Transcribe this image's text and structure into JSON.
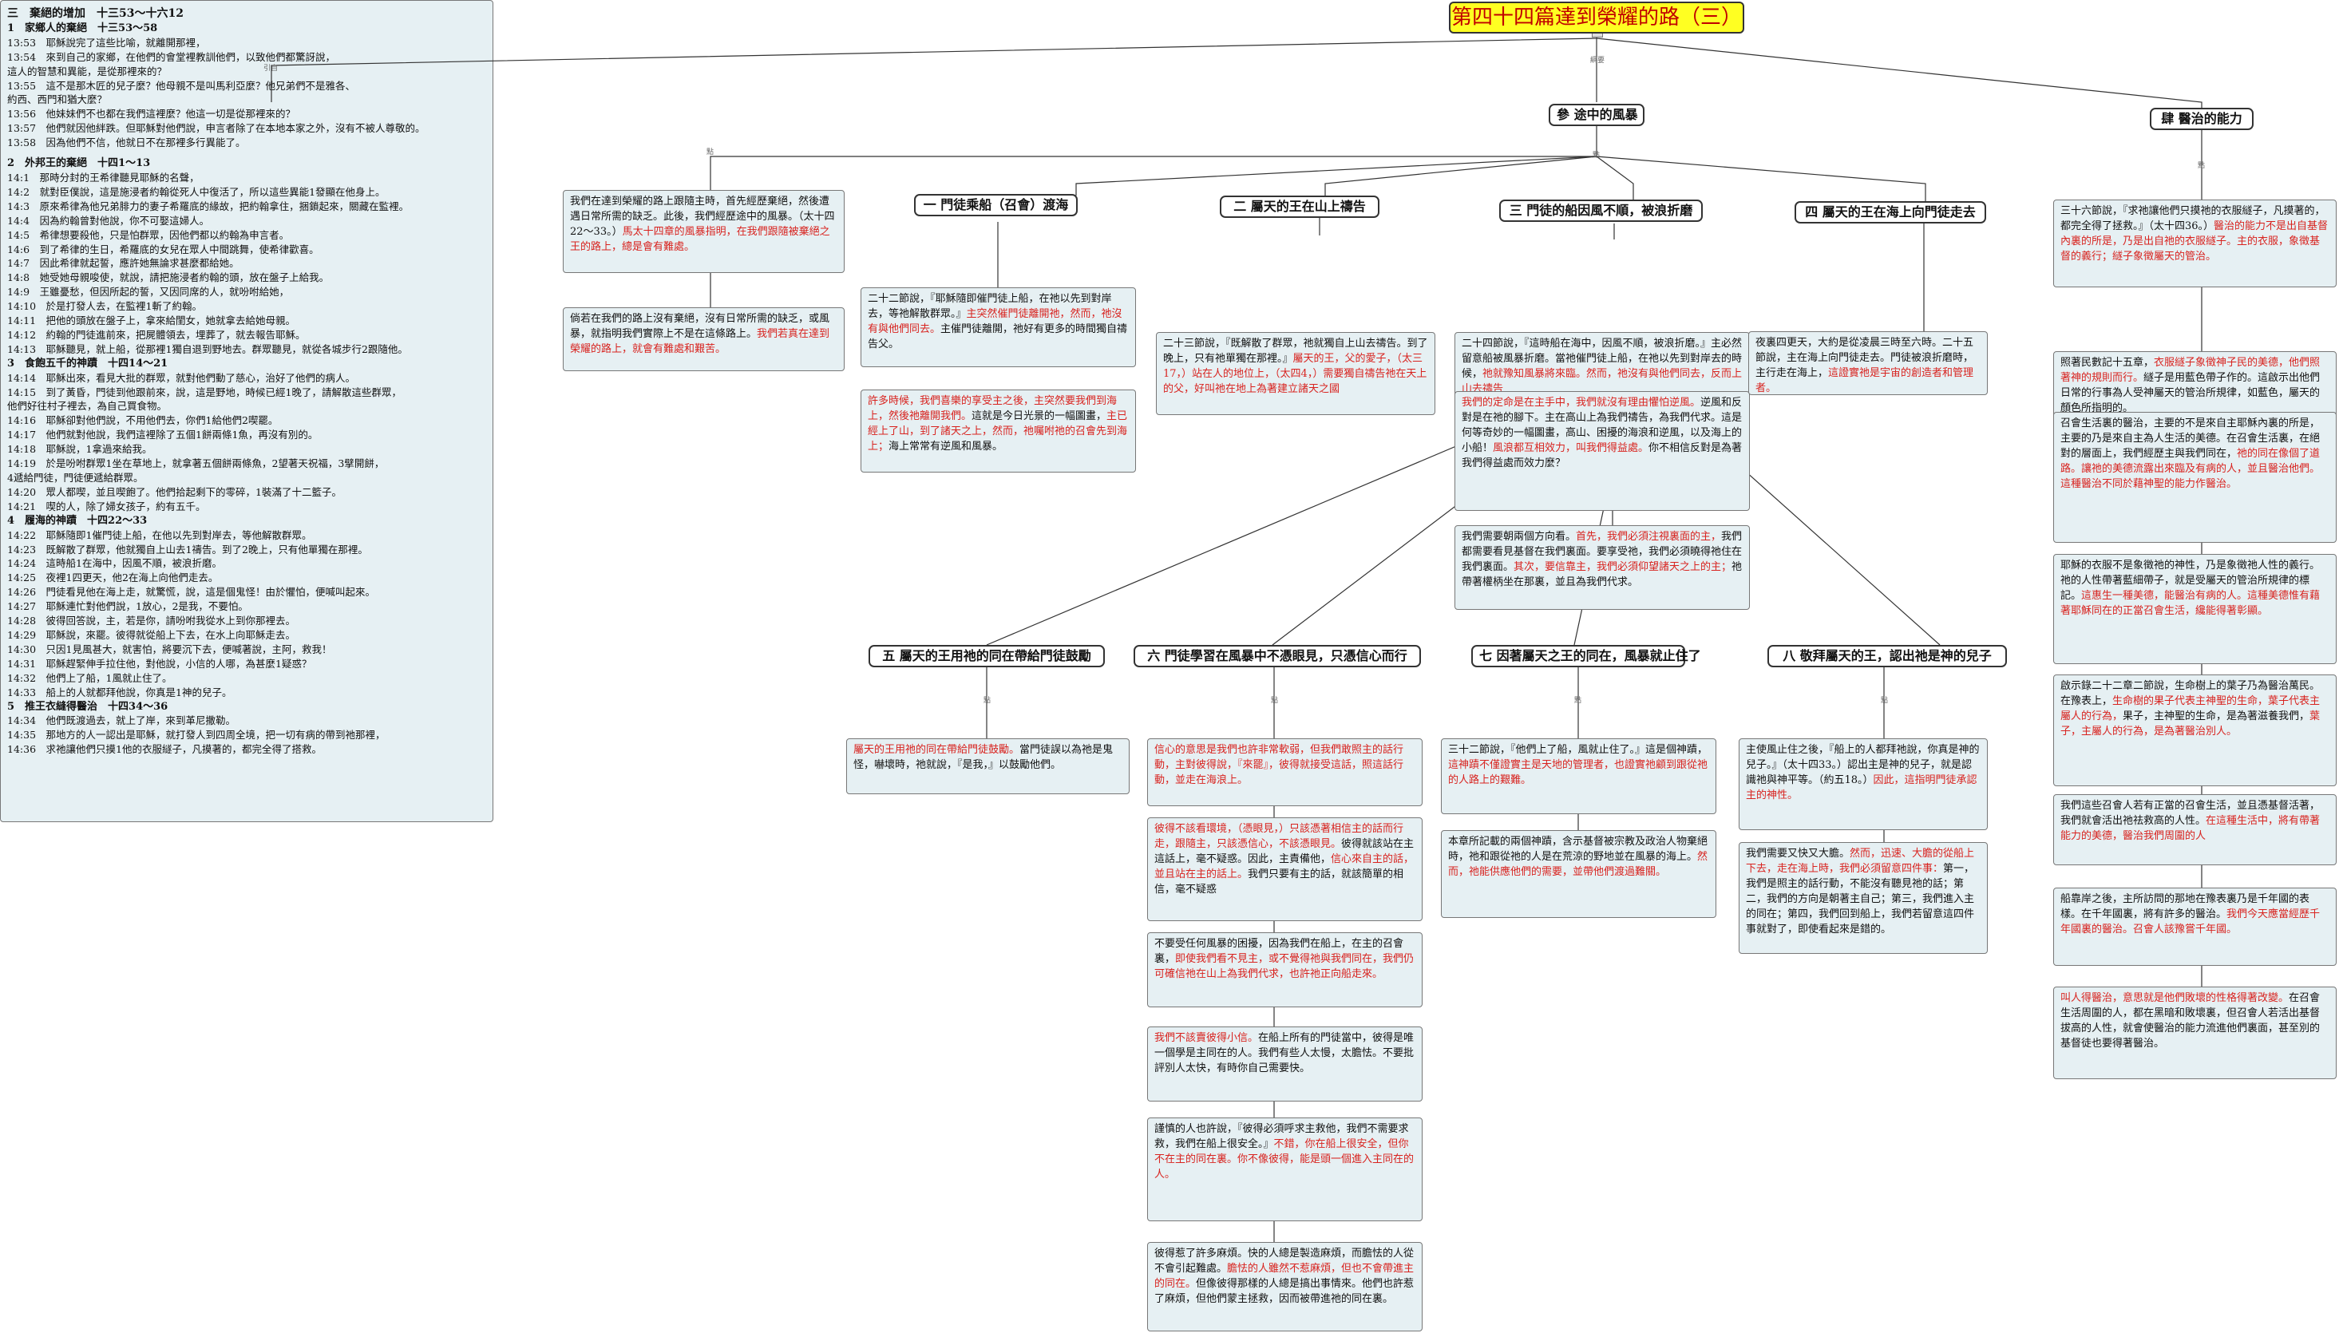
{
  "title": "第四十四篇達到榮耀的路（三）",
  "link_labels": {
    "intro": "引自",
    "outline": "綱要",
    "point": "點"
  },
  "left_panel": {
    "sections": [
      {
        "heading": "三　棄絕的增加　十三53～十六12",
        "subs": [
          {
            "heading": "1　家鄉人的棄絕　十三53～58",
            "verses": [
              "13:53　耶穌說完了這些比喻，就離開那裡，",
              "13:54　來到自己的家鄉，在他們的會堂裡教訓他們，以致他們都驚訝說，",
              "這人的智慧和異能，是從那裡來的？",
              "13:55　這不是那木匠的兒子麼？他母親不是叫馬利亞麼？他兄弟們不是雅各、",
              "約西、西門和猶大麼？",
              "13:56　他妹妹們不也都在我們這裡麼？他這一切是從那裡來的？",
              "13:57　他們就因他絆跌。但耶穌對他們說，申言者除了在本地本家之外，沒有不被人尊敬的。",
              "13:58　因為他們不信，他就日不在那裡多行異能了。"
            ]
          }
        ]
      },
      {
        "heading": "",
        "subs": [
          {
            "heading": "2　外邦王的棄絕　十四1～13",
            "verses": [
              "14:1　那時分封的王希律聽見耶穌的名聲，",
              "14:2　就對臣僕說，這是施浸者約翰從死人中復活了，所以這些異能1發顯在他身上。",
              "14:3　原來希律為他兄弟腓力的妻子希羅底的緣故，把約翰拿住，捆鎖起來，關藏在監裡。",
              "14:4　因為約翰曾對他說，你不可娶這婦人。",
              "14:5　希律想要殺他，只是怕群眾，因他們都以約翰為申言者。",
              "14:6　到了希律的生日，希羅底的女兒在眾人中間跳舞，使希律歡喜。",
              "14:7　因此希律就起誓，應許她無論求甚麼都給她。",
              "14:8　她受她母親唆使，就說，請把施浸者約翰的頭，放在盤子上給我。",
              "14:9　王雖憂愁，但因所起的誓，又因同席的人，就吩咐給她，",
              "14:10　於是打發人去，在監裡1斬了約翰。",
              "14:11　把他的頭放在盤子上，拿來給閨女，她就拿去給她母親。",
              "14:12　約翰的門徒進前來，把屍體領去，埋葬了，就去報告耶穌。",
              "14:13　耶穌聽見，就上船，從那裡1獨自退到野地去。群眾聽見，就從各城步行2跟隨他。"
            ]
          },
          {
            "heading": "3　食飽五千的神蹟　十四14～21",
            "verses": [
              "14:14　耶穌出來，看見大批的群眾，就對他們動了慈心，治好了他們的病人。",
              "14:15　到了黃昏，門徒到他跟前來，說，這是野地，時候已經1晚了，請解散這些群眾，",
              "他們好往村子裡去，為自己買食物。",
              "14:16　耶穌卻對他們說，不用他們去，你們1給他們2喫罷。",
              "14:17　他們就對他說，我們這裡除了五個1餅兩條1魚，再沒有別的。",
              "14:18　耶穌說，1拿過來給我。",
              "14:19　於是吩咐群眾1坐在草地上，就拿著五個餅兩條魚，2望著天祝福，3擘開餅，",
              "4遞給門徒，門徒便遞給群眾。",
              "14:20　眾人都喫，並且喫飽了。他們拾起剩下的零碎，1裝滿了十二籃子。",
              "14:21　喫的人，除了婦女孩子，約有五千。"
            ]
          },
          {
            "heading": "4　履海的神蹟　十四22～33",
            "verses": [
              "14:22　耶穌隨即1催門徒上船，在他以先到對岸去，等他解散群眾。",
              "14:23　既解散了群眾，他就獨自上山去1禱告。到了2晚上，只有他單獨在那裡。",
              "14:24　這時船1在海中，因風不順，被浪折磨。",
              "14:25　夜裡1四更天，他2在海上向他們走去。",
              "14:26　門徒看見他在海上走，就驚慌，說，這是個鬼怪！由於懼怕，便喊叫起來。",
              "14:27　耶穌連忙對他們說，1放心，2是我，不要怕。",
              "14:28　彼得回答說，主，若是你，請吩咐我從水上到你那裡去。",
              "14:29　耶穌說，來罷。彼得就從船上下去，在水上向耶穌走去。",
              "14:30　只因1見風甚大，就害怕，將要沉下去，便喊著說，主阿，救我！",
              "14:31　耶穌趕緊伸手拉住他，對他說，小信的人哪，為甚麼1疑惑？",
              "14:32　他們上了船，1風就止住了。",
              "14:33　船上的人就都拜他說，你真是1神的兒子。"
            ]
          },
          {
            "heading": "5　推王衣縫得醫治　十四34～36",
            "verses": [
              "14:34　他們既渡過去，就上了岸，來到革尼撒勒。",
              "14:35　那地方的人一認出是耶穌，就打發人到四周全境，把一切有病的帶到祂那裡，",
              "14:36　求祂讓他們只摸1他的衣服繸子，凡摸著的，都完全得了搭救。"
            ]
          }
        ]
      }
    ]
  },
  "branch_three": {
    "heading": "參 途中的風暴",
    "intro_box": [
      {
        "t": "我們在達到榮耀的路上跟隨主時，首先經歷棄絕，然後遭遇日常所需的缺乏。此後，我們經歷途中的風暴。（太十四22～33。）",
        "red": false
      },
      {
        "t": "馬太十四章的風暴指明，在我們跟隨被棄絕之王的路上，總是會有難處。",
        "red": true
      }
    ],
    "intro_box2": [
      {
        "t": "倘若在我們的路上沒有棄絕，沒有日常所需的缺乏，或風暴，就指明我們實際上不是在這條路上。",
        "red": false
      },
      {
        "t": "我們若真在達到榮耀的路上，就會有難處和艱苦。",
        "red": true
      }
    ],
    "sub1": {
      "heading": "一 門徒乘船（召會）渡海",
      "box1": [
        {
          "t": "二十二節說，『耶穌隨即催門徒上船，在祂以先到對岸去，等祂解散群眾。』",
          "red": false
        },
        {
          "t": "主突然催門徒離開祂，然而，祂沒有與他們同去。",
          "red": true
        },
        {
          "t": "主催門徒離開，祂好有更多的時間獨自禱告父。",
          "red": false
        }
      ],
      "box2": [
        {
          "t": "許多時候，我們喜樂的享受主之後，主突然要我們到海上，然後祂離開我們。",
          "red": true
        },
        {
          "t": "這就是今日光景的一幅圖畫，",
          "red": false
        },
        {
          "t": "主已經上了山，到了諸天之上，然而，祂囑咐祂的召會先到海上；",
          "red": true
        },
        {
          "t": "海上常常有逆風和風暴。",
          "red": false
        }
      ]
    },
    "sub2": {
      "heading": "二 屬天的王在山上禱告",
      "box1": [
        {
          "t": "二十三節說，『既解散了群眾，祂就獨自上山去禱告。到了晚上，只有祂單獨在那裡。』",
          "red": false
        },
        {
          "t": "屬天的王，父的愛子，（太三17，）站在人的地位上，（太四4，）需要獨自禱告祂在天上的父，好叫祂在地上為著建立諸天之國",
          "red": true
        }
      ]
    },
    "sub3": {
      "heading": "三 門徒的船因風不順，被浪折磨",
      "box1": [
        {
          "t": "二十四節說，『這時船在海中，因風不順，被浪折磨。』主必然留意船被風暴折磨。當祂催門徒上船，在祂以先到對岸去的時候，",
          "red": false
        },
        {
          "t": "祂就豫知風暴將來臨。然而，祂沒有與他們同去，反而上山去禱告",
          "red": true
        }
      ],
      "box2": [
        {
          "t": "我們的定命是在主手中，我們就沒有理由懼怕逆風。",
          "red": true
        },
        {
          "t": "逆風和反對是在祂的腳下。主在高山上為我們禱告，為我們代求。這是何等奇妙的一幅圖畫，高山、困擾的海浪和逆風，以及海上的小船！",
          "red": false
        },
        {
          "t": "風浪都互相效力，叫我們得益處。",
          "red": true
        },
        {
          "t": "你不相信反對是為著我們得益處而效力麼？",
          "red": false
        }
      ],
      "box3": [
        {
          "t": "我們需要朝兩個方向看。",
          "red": false
        },
        {
          "t": "首先，我們必須注視裏面的主，",
          "red": true
        },
        {
          "t": "我們都需要看見基督在我們裏面。要享受祂，我們必須曉得祂住在我們裏面。",
          "red": false
        },
        {
          "t": "其次，要信靠主，我們必須仰望諸天之上的主；",
          "red": true
        },
        {
          "t": "祂帶著權柄坐在那裏，並且為我們代求。",
          "red": false
        }
      ]
    },
    "sub4": {
      "heading": "四 屬天的王在海上向門徒走去",
      "box1": [
        {
          "t": "夜裏四更天，大約是從凌晨三時至六時。二十五節說，主在海上向門徒走去。門徒被浪折磨時，主行走在海上，",
          "red": false
        },
        {
          "t": "這證實祂是宇宙的創造者和管理者。",
          "red": true
        }
      ]
    },
    "sub5": {
      "heading": "五 屬天的王用祂的同在帶給門徒鼓勵",
      "box1": [
        {
          "t": "屬天的王用祂的同在帶給門徒鼓勵。",
          "red": true
        },
        {
          "t": "當門徒誤以為祂是鬼怪，嚇壞時，祂就說，『是我，』以鼓勵他們。",
          "red": false
        }
      ]
    },
    "sub6": {
      "heading": "六 門徒學習在風暴中不憑眼見，只憑信心而行",
      "box1": [
        {
          "t": "信心的意思是我們也許非常軟弱，但我們敢照主的話行動，主對彼得說，『來罷』，彼得就接受這話，照這話行動，並走在海浪上。",
          "red": true
        }
      ],
      "box2": [
        {
          "t": "彼得不該看環境，（憑眼見，）只該憑著相信主的話而行走，跟隨主，只該憑信心，不該憑眼見。",
          "red": true
        },
        {
          "t": "彼得就該站在主這話上，毫不疑惑。因此，主責備他，",
          "red": false
        },
        {
          "t": "信心來自主的話，並且站在主的話上。",
          "red": true
        },
        {
          "t": "我們只要有主的話，就該簡單的相信，毫不疑惑",
          "red": false
        }
      ],
      "box3": [
        {
          "t": "不要受任何風暴的困擾，因為我們在船上，在主的召會裏，",
          "red": false
        },
        {
          "t": "即使我們看不見主，或不覺得祂與我們同在，我們仍可確信祂在山上為我們代求，也許祂正向船走來。",
          "red": true
        }
      ],
      "box4": [
        {
          "t": "我們不該賣彼得小信。",
          "red": true
        },
        {
          "t": "在船上所有的門徒當中，彼得是唯一個學是主同在的人。我們有些人太慢，太膽怯。不要批評別人太快，有時你自己需要快。",
          "red": false
        }
      ],
      "box5": [
        {
          "t": "謹慎的人也許說，『彼得必須呼求主救他，我們不需要求救，我們在船上很安全。』",
          "red": false
        },
        {
          "t": "不錯，你在船上很安全，但你不在主的同在裏。你不像彼得，能是頭一個進入主同在的人。",
          "red": true
        }
      ],
      "box6": [
        {
          "t": "彼得惹了許多麻煩。快的人總是製造麻煩，而膽怯的人從不會引起難處。",
          "red": false
        },
        {
          "t": "膽怯的人雖然不惹麻煩，但也不會帶進主的同在。",
          "red": true
        },
        {
          "t": "但像彼得那樣的人總是搞出事情來。他們也許惹了麻煩，但他們蒙主拯救，因而被帶進祂的同在裏。",
          "red": false
        }
      ]
    },
    "sub7": {
      "heading": "七 因著屬天之王的同在，風暴就止住了",
      "box1": [
        {
          "t": "三十二節說，『他們上了船，風就止住了。』這是個神蹟，",
          "red": false
        },
        {
          "t": "這神蹟不僅證實主是天地的管理者，也證實祂顧到跟從祂的人路上的艱難。",
          "red": true
        }
      ],
      "box2": [
        {
          "t": "本章所記載的兩個神蹟，含示基督被宗教及政治人物棄絕時，祂和跟從祂的人是在荒涼的野地並在風暴的海上。",
          "red": false
        },
        {
          "t": "然而，祂能供應他們的需要，並帶他們渡過難關。",
          "red": true
        }
      ]
    },
    "sub8": {
      "heading": "八 敬拜屬天的王，認出祂是神的兒子",
      "box1": [
        {
          "t": "主使風止住之後，『船上的人都拜祂說，你真是神的兒子。』（太十四33。）認出主是神的兒子，就是認識祂與神平等。（約五18。）",
          "red": false
        },
        {
          "t": "因此，這指明門徒承認主的神性。",
          "red": true
        }
      ],
      "box2": [
        {
          "t": "我們需要又快又大膽。",
          "red": false
        },
        {
          "t": "然而，迅速、大膽的從船上下去，走在海上時，我們必須留意四件事：",
          "red": true
        },
        {
          "t": "第一，我們是照主的話行動，不能沒有聽見祂的話；第二，我們的方向是朝著主自己；第三，我們進入主的同在；第四，我們回到船上，我們若留意這四件事就對了，即使看起來是錯的。",
          "red": false
        }
      ]
    }
  },
  "branch_four": {
    "heading": "肆 醫治的能力",
    "box1": [
      {
        "t": "三十六節說，『求祂讓他們只摸祂的衣服繸子，凡摸著的，都完全得了拯救。』（太十四36。）",
        "red": false
      },
      {
        "t": "醫治的能力不是出自基督內裏的所是，乃是出自祂的衣服繸子。",
        "red": true
      },
      {
        "t": "主的衣服，象徵基督的義行；繸子象徵屬天的管治。",
        "red": true
      }
    ],
    "box2": [
      {
        "t": "照著民數記十五章，",
        "red": false
      },
      {
        "t": "衣服繸子象徵神子民的美德，他們照著神的規則而行。",
        "red": true
      },
      {
        "t": "繸子是用藍色帶子作的。這啟示出他們日常的行事為人受神屬天的管治所規律，如藍色，屬天的顏色所指明的。",
        "red": false
      }
    ],
    "box3": [
      {
        "t": "召會生活裏的醫治，主要的不是來自主耶穌內裏的所是，主要的乃是來自主為人生活的美德。在召會生活裏，在絕對的層面上，我們經歷主與我們同在，",
        "red": false
      },
      {
        "t": "祂的同在像個了道路。讓祂的美德流露出來臨及有病的人，並且醫治他們。這種醫治不同於藉神聖的能力作醫治。",
        "red": true
      }
    ],
    "box4": [
      {
        "t": "耶穌的衣服不是象徵祂的神性，乃是象徵祂人性的義行。祂的人性帶著藍細帶子，就是受屬天的管治所規律的標記。",
        "red": false
      },
      {
        "t": "這惠生一種美德，能醫治有病的人。這種美德惟有藉著耶穌同在的正當召會生活，纔能得著彰顯。",
        "red": true
      }
    ],
    "box5": [
      {
        "t": "啟示錄二十二章二節說，生命樹上的葉子乃為醫治萬民。在豫表上，",
        "red": false
      },
      {
        "t": "生命樹的果子代表主神聖的生命，葉子代表主屬人的行為，",
        "red": true
      },
      {
        "t": "果子，主神聖的生命，是為著滋養我們，",
        "red": false
      },
      {
        "t": "葉子，主屬人的行為，是為著醫治別人。",
        "red": true
      }
    ],
    "box6": [
      {
        "t": "我們這些召會人若有正當的召會生活，並且憑基督活著，我們就會活出祂祛救高的人性。",
        "red": false
      },
      {
        "t": "在這種生活中，將有帶著能力的美德，醫治我們周圍的人",
        "red": true
      }
    ],
    "box7": [
      {
        "t": "船靠岸之後，主所訪問的那地在豫表裏乃是千年國的表樣。在千年國裏，將有許多的醫治。",
        "red": false
      },
      {
        "t": "我們今天應當經歷千年國裏的醫治。召會人該豫嘗千年國。",
        "red": true
      }
    ],
    "box8": [
      {
        "t": "叫人得醫治，意思就是他們敗壞的性格得著改變。",
        "red": true
      },
      {
        "t": "在召會生活周圍的人，都在黑暗和敗壞裏，但召會人若活出基督拔高的人性，就會使醫治的能力流進他們裏面，甚至別的基督徒也要得著醫治。",
        "red": false
      }
    ]
  }
}
